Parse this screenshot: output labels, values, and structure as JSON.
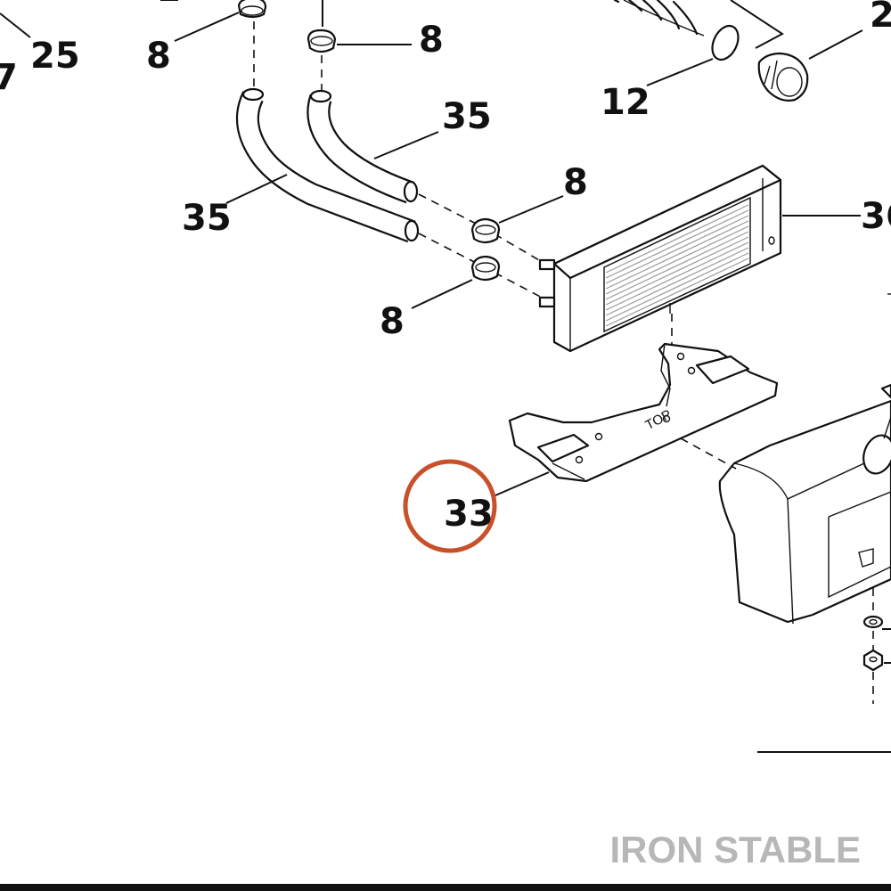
{
  "diagram": {
    "callouts": [
      {
        "id": "c25",
        "text": "25"
      },
      {
        "id": "c7",
        "text": "7"
      },
      {
        "id": "c8a",
        "text": "8"
      },
      {
        "id": "c8b",
        "text": "8"
      },
      {
        "id": "c2",
        "text": "2"
      },
      {
        "id": "c12",
        "text": "12"
      },
      {
        "id": "c35a",
        "text": "35"
      },
      {
        "id": "c35b",
        "text": "35"
      },
      {
        "id": "c8c",
        "text": "8"
      },
      {
        "id": "c36",
        "text": "36"
      },
      {
        "id": "c8d",
        "text": "8"
      },
      {
        "id": "c33",
        "text": "33"
      }
    ],
    "bracket_marking": "TOP",
    "highlight_color": "#c8502a",
    "watermark": "IRON STABLE"
  }
}
